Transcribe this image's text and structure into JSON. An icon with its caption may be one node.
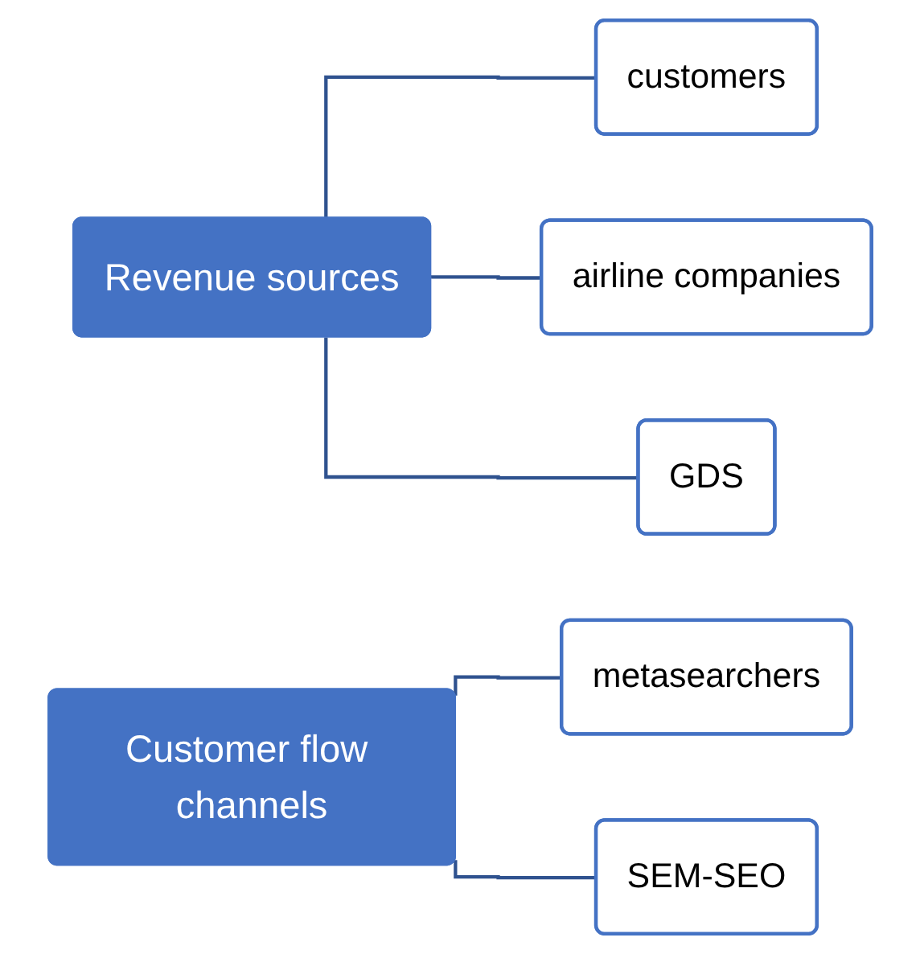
{
  "diagram": {
    "nodes": [
      {
        "text": [
          "Revenue sources"
        ]
      },
      {
        "text": [
          "customers"
        ]
      },
      {
        "text": [
          "airline companies"
        ]
      },
      {
        "text": [
          "GDS"
        ]
      },
      {
        "text": [
          "Customer flow channels"
        ]
      },
      {
        "text": [
          "metasearchers"
        ]
      },
      {
        "text": [
          "SEM-SEO"
        ]
      }
    ],
    "edges": [
      {
        "from": 0,
        "to": 1,
        "arrow": "none"
      },
      {
        "from": 0,
        "to": 2,
        "arrow": "none"
      },
      {
        "from": 0,
        "to": 3,
        "arrow": "none"
      },
      {
        "from": 4,
        "to": 5,
        "arrow": "none"
      },
      {
        "from": 4,
        "to": 6,
        "arrow": "none"
      }
    ]
  }
}
